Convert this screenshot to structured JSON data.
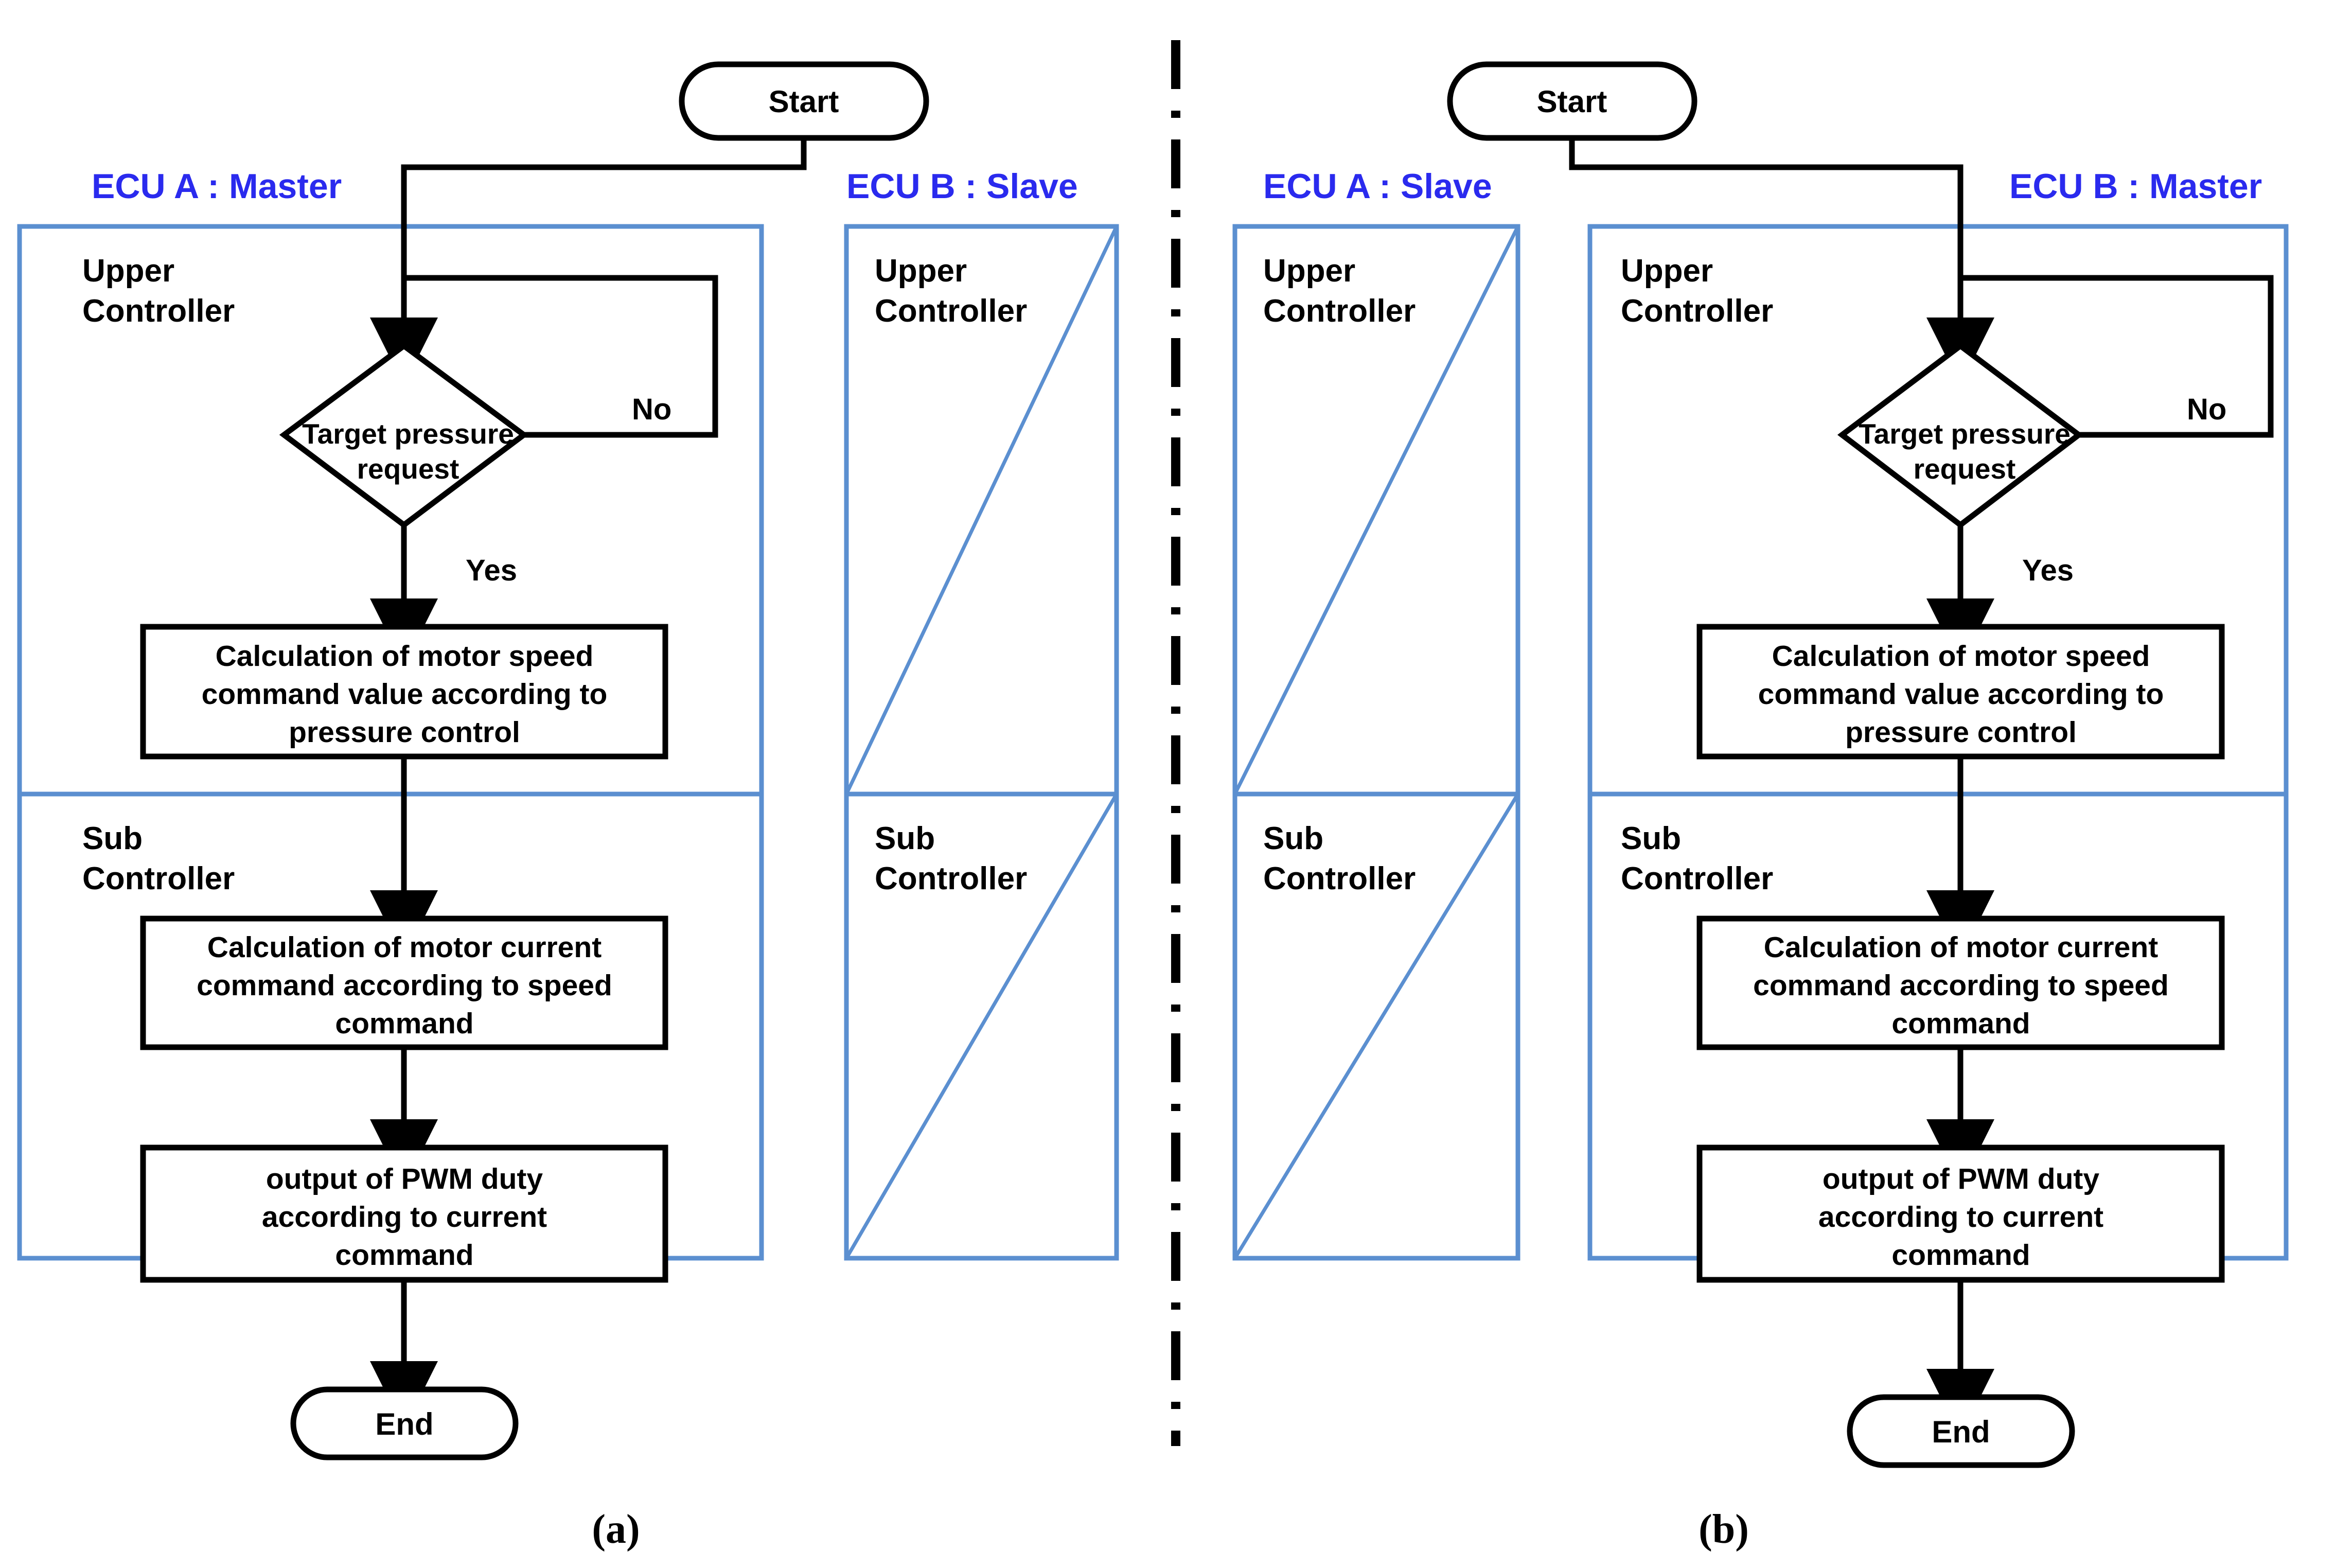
{
  "figure": {
    "caption_a": "(a)",
    "caption_b": "(b)",
    "accent_blue_panel": "#5B8FD0",
    "accent_blue_text": "#2A2AEE",
    "line_black": "#000000"
  },
  "labels": {
    "start": "Start",
    "end": "End",
    "yes": "Yes",
    "no": "No",
    "upper_controller": "Upper\nController",
    "upper_controller_l1": "Upper",
    "upper_controller_l2": "Controller",
    "sub_controller_l1": "Sub",
    "sub_controller_l2": "Controller",
    "decision_l1": "Target pressure",
    "decision_l2": "request",
    "speed_box_l1": "Calculation of motor speed",
    "speed_box_l2": "command value according to",
    "speed_box_l3": "pressure control",
    "current_box_l1": "Calculation of motor current",
    "current_box_l2": "command according to speed",
    "current_box_l3": "command",
    "pwm_box_l1": "output of PWM duty",
    "pwm_box_l2": "according to current",
    "pwm_box_l3": "command"
  },
  "panel_a": {
    "caption": "(a)",
    "ecu_left_title": "ECU A : Master",
    "ecu_right_title": "ECU B : Slave",
    "active_side": "left",
    "left_ecu": {
      "name": "ECU A",
      "role": "Master",
      "active": true,
      "sections": [
        {
          "name": "Upper Controller",
          "empty": false
        },
        {
          "name": "Sub Controller",
          "empty": false
        }
      ]
    },
    "right_ecu": {
      "name": "ECU B",
      "role": "Slave",
      "active": false,
      "sections": [
        {
          "name": "Upper Controller",
          "empty": true
        },
        {
          "name": "Sub Controller",
          "empty": true
        }
      ]
    }
  },
  "panel_b": {
    "caption": "(b)",
    "ecu_left_title": "ECU A : Slave",
    "ecu_right_title": "ECU B : Master",
    "active_side": "right",
    "left_ecu": {
      "name": "ECU A",
      "role": "Slave",
      "active": false,
      "sections": [
        {
          "name": "Upper Controller",
          "empty": true
        },
        {
          "name": "Sub Controller",
          "empty": true
        }
      ]
    },
    "right_ecu": {
      "name": "ECU B",
      "role": "Master",
      "active": true,
      "sections": [
        {
          "name": "Upper Controller",
          "empty": false
        },
        {
          "name": "Sub Controller",
          "empty": false
        }
      ]
    }
  },
  "flow": {
    "nodes": [
      {
        "id": "start",
        "type": "terminator",
        "label": "Start"
      },
      {
        "id": "decision",
        "type": "decision",
        "label": "Target pressure request",
        "section": "Upper Controller"
      },
      {
        "id": "speed",
        "type": "process",
        "label": "Calculation of motor speed command value according to pressure control",
        "section": "Upper Controller"
      },
      {
        "id": "current",
        "type": "process",
        "label": "Calculation of motor current command according to speed command",
        "section": "Sub Controller"
      },
      {
        "id": "pwm",
        "type": "process",
        "label": "output of PWM duty according to current command",
        "section": "Sub Controller"
      },
      {
        "id": "end",
        "type": "terminator",
        "label": "End"
      }
    ],
    "edges": [
      {
        "from": "start",
        "to": "decision",
        "label": ""
      },
      {
        "from": "decision",
        "to": "speed",
        "label": "Yes"
      },
      {
        "from": "decision",
        "to": "decision",
        "label": "No"
      },
      {
        "from": "speed",
        "to": "current",
        "label": ""
      },
      {
        "from": "current",
        "to": "pwm",
        "label": ""
      },
      {
        "from": "pwm",
        "to": "end",
        "label": ""
      }
    ]
  }
}
